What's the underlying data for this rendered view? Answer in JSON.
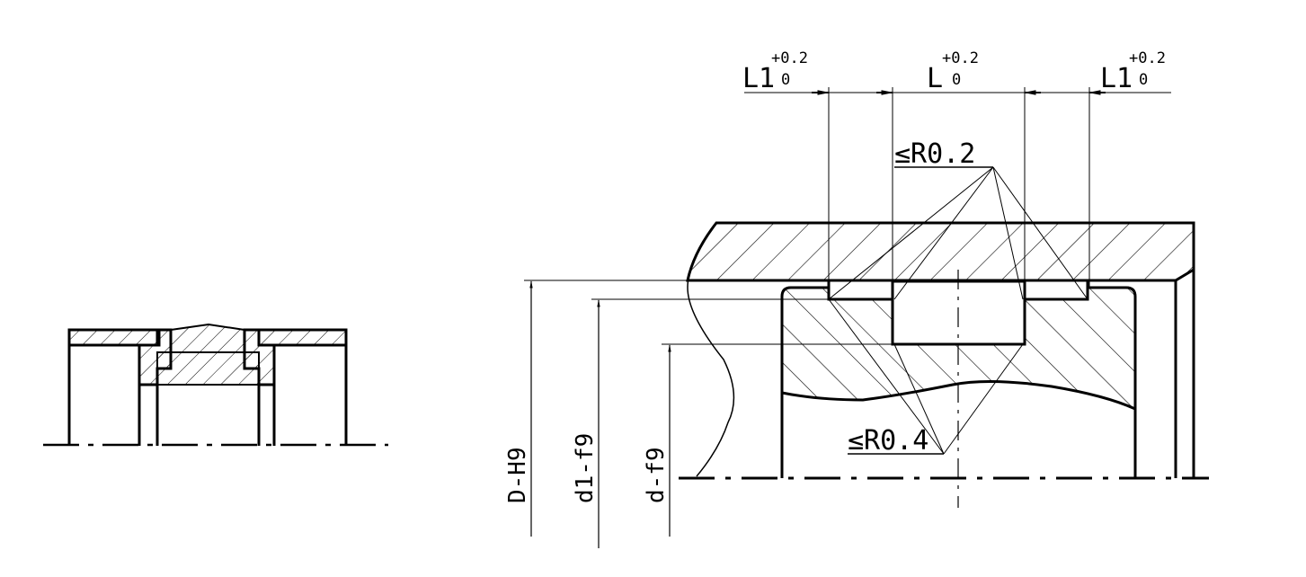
{
  "dimensions": {
    "left_length": {
      "label": "L1",
      "tol_upper": "+0.2",
      "tol_lower": "0"
    },
    "groove_length": {
      "label": "L",
      "tol_upper": "+0.2",
      "tol_lower": "0"
    },
    "right_length": {
      "label": "L1",
      "tol_upper": "+0.2",
      "tol_lower": "0"
    },
    "bore_diameter": "D-H9",
    "groove_diameter": "d1-f9",
    "rod_diameter": "d-f9"
  },
  "notes": {
    "outer_radius": "≤R0.2",
    "inner_radius": "≤R0.4"
  },
  "colors": {
    "line": "#000000",
    "background": "#ffffff"
  }
}
